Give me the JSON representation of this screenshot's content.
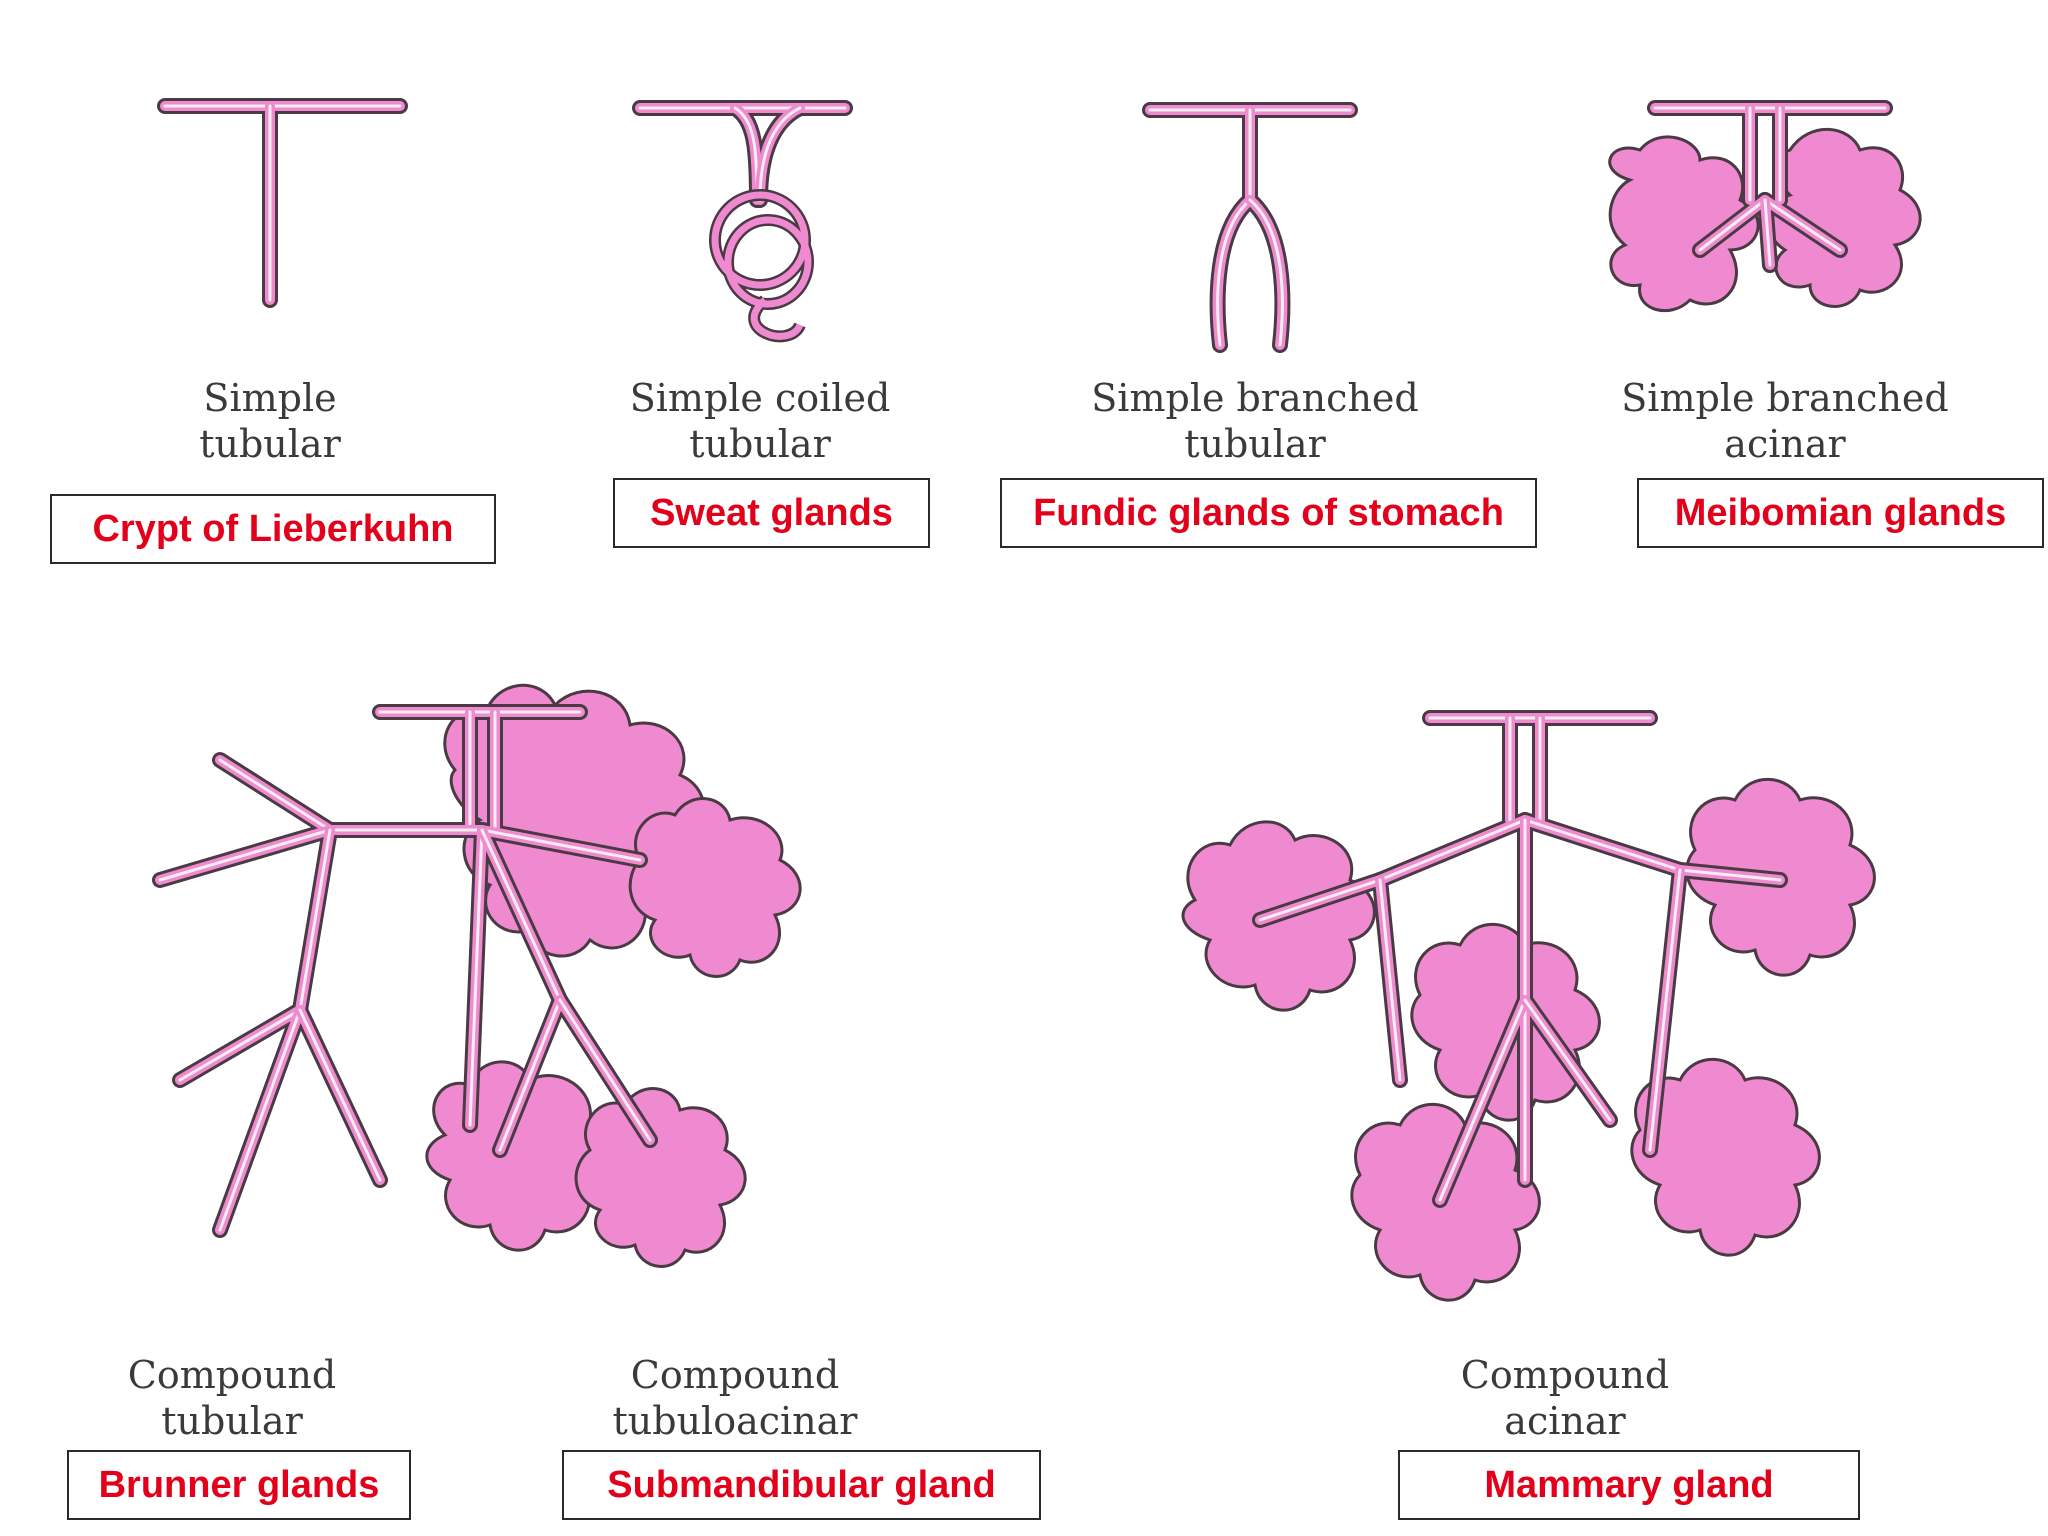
{
  "captions": {
    "simple_tubular": [
      "Simple",
      "tubular"
    ],
    "simple_coiled_tubular": [
      "Simple coiled",
      "tubular"
    ],
    "simple_branched_tubular": [
      "Simple branched",
      "tubular"
    ],
    "simple_branched_acinar": [
      "Simple branched",
      "acinar"
    ],
    "compound_tubular": [
      "Compound",
      "tubular"
    ],
    "compound_tubuloacinar": [
      "Compound",
      "tubuloacinar"
    ],
    "compound_acinar": [
      "Compound",
      "acinar"
    ]
  },
  "examples": {
    "simple_tubular": "Crypt of Lieberkuhn",
    "simple_coiled_tubular": "Sweat glands",
    "simple_branched_tubular": "Fundic glands of stomach",
    "simple_branched_acinar": "Meibomian glands",
    "compound_tubular": "Brunner glands",
    "compound_tubuloacinar": "Submandibular gland",
    "compound_acinar": "Mammary gland"
  },
  "colors": {
    "gland_fill": "#f08ad0",
    "duct_lumen": "#f4eef2",
    "outline": "#4a3a44",
    "example_text": "#e2001a"
  }
}
